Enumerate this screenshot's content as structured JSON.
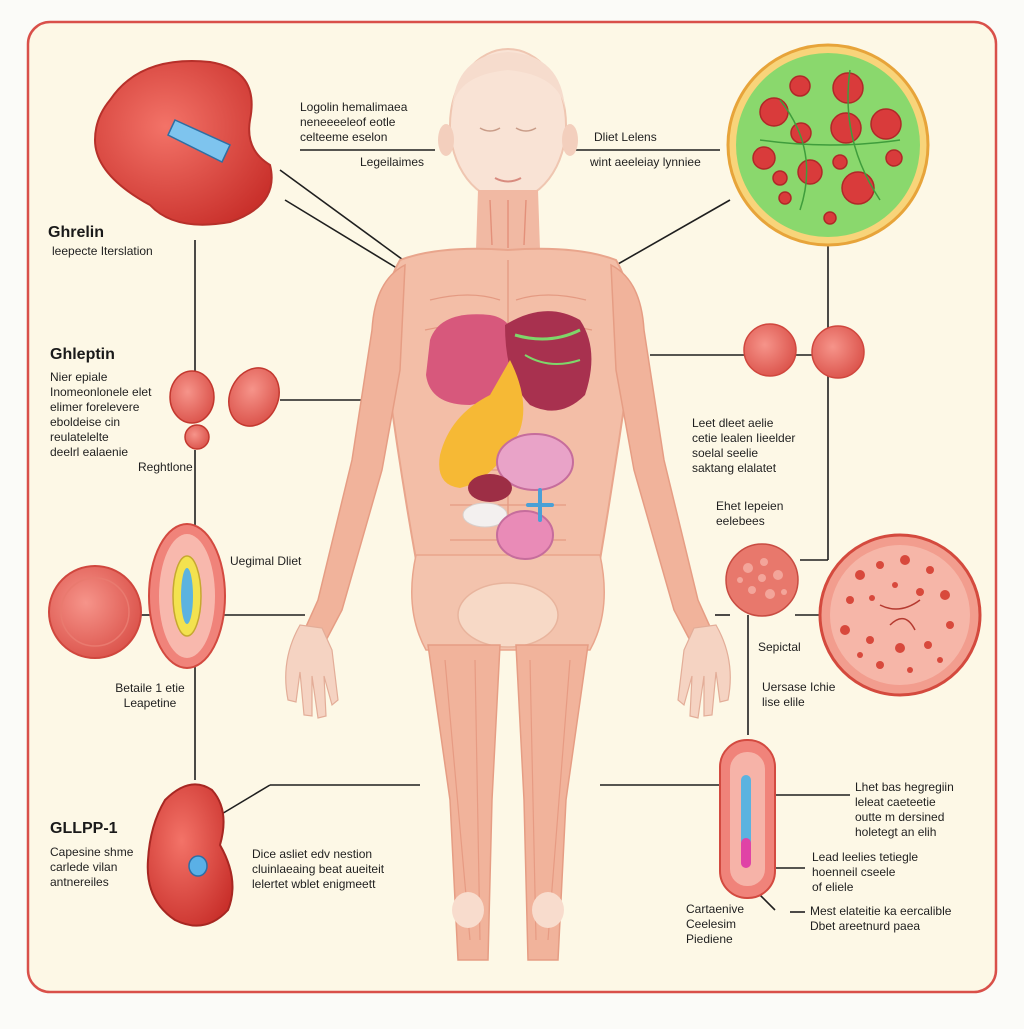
{
  "titles": {
    "ghrelin": "Ghrelin",
    "ghleptin": "Ghleptin",
    "glp1": "GLLPP-1"
  },
  "labels": {
    "ghrelin_sub": "leepecte Iterslation",
    "ghleptin_sub": "Nier epiale\nInomeonlonele elet\nelimer forelevere\neboldeise cin\nreulatelelte\ndeelrl ealaenie",
    "reghtione": "Reghtlone",
    "veginal_diet": "Uegimal Dliet",
    "betaile": "Betaile 1 etie\nLeapetine",
    "glp1_sub": "Capesine shme\ncarlede vilan\nantnereiles",
    "top_left_1": "Logolin hemalimaea\nneneeeeleof eotle\ncelteeme eselon",
    "top_left_2": "Legeilaimes",
    "top_right_1": "Dliet Lelens",
    "top_right_2": "wint aeeleiay lynniee",
    "right_mid": "Leet dleet aelie\ncetie lealen Iieelder\nsoelal seelie\nsaktang elalatet",
    "right_hepsin": "Ehet Iepeien\neelebees",
    "sepictal": "Sepictal",
    "uersase": "Uersase Ichie\nlise elile",
    "bottom_mid": "Dice asliet edv nestion\ncluinlaeaing beat aueiteit\nlelertet wblet enigmeett",
    "lhet_hep": "Lhet bas hegregiin\nleleat caeteetie\noutte m dersined\nholetegt an elih",
    "lead": "Lead leelies tetiegle\nhoenneil cseele\nof eliele",
    "carts": "Cartaenive\nCeelesim\nPiediene",
    "most": "Mest elateitie ka eercalible\nDbet areetnurd paea"
  },
  "colors": {
    "frame": "#d9504a",
    "panel": "#fdf8e6",
    "skin": "#f7d9c6",
    "muscle": "#ec9d85",
    "cell_red": "#e05a4e",
    "cell_pink": "#f08c80",
    "organ_green": "#7fd66a",
    "organ_yellow": "#f6b935",
    "organ_purple": "#d777b0",
    "line": "#1f1f1f"
  },
  "icons": {
    "kidney": "kidney-cell-icon",
    "green_cell": "green-vesicle-cell-icon",
    "red_cells": "red-blood-cell-icon",
    "villi_cell": "intestinal-villi-cell-icon",
    "tissue": "tissue-cross-section-icon",
    "capsule": "capsule-cell-icon",
    "liver_blob": "liver-cell-icon"
  }
}
